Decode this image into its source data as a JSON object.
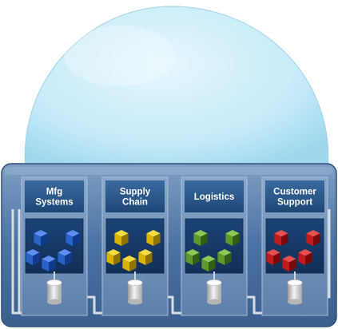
{
  "diagram": {
    "modules": [
      {
        "name": "mfg",
        "label_lines": [
          "Mfg",
          "Systems"
        ],
        "cube_color": "#2a63c8",
        "cube_dark": "#123a8c",
        "cube_light": "#5b8ef0"
      },
      {
        "name": "supply",
        "label_lines": [
          "Supply",
          "Chain"
        ],
        "cube_color": "#d9b400",
        "cube_dark": "#8f7300",
        "cube_light": "#f5dc40"
      },
      {
        "name": "logistics",
        "label_lines": [
          "Logistics"
        ],
        "cube_color": "#5e9a2a",
        "cube_dark": "#335e12",
        "cube_light": "#8cc955"
      },
      {
        "name": "customer",
        "label_lines": [
          "Customer",
          "Support"
        ],
        "cube_color": "#c21a1a",
        "cube_dark": "#7a0a0a",
        "cube_light": "#e85050"
      }
    ],
    "colors": {
      "cloud": "#c9ecf7",
      "tray": "#4f78a8",
      "panel": "#6e8fb4",
      "label_band": "#2c5688",
      "inner": "#163a6b",
      "connector": "#d8dde3"
    }
  }
}
